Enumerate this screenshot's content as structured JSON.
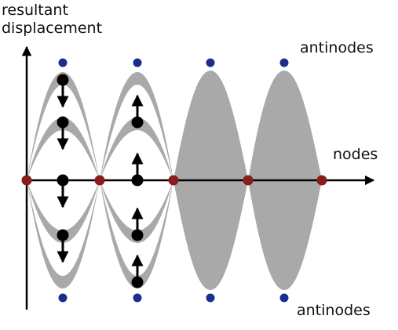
{
  "labels": {
    "y_axis_line1": "resultant",
    "y_axis_line2": "displacement",
    "antinodes_top": "antinodes",
    "nodes": "nodes",
    "antinodes_bottom": "antinodes"
  },
  "colors": {
    "node": "#8a1c1c",
    "antinode": "#1b2e8f",
    "envelope": "#a9a9a9",
    "axis": "#000000",
    "arrow": "#000000"
  },
  "icons": {
    "node_marker": "red-dot",
    "antinode_marker": "blue-dot",
    "displacement_arrow": "arrow"
  }
}
